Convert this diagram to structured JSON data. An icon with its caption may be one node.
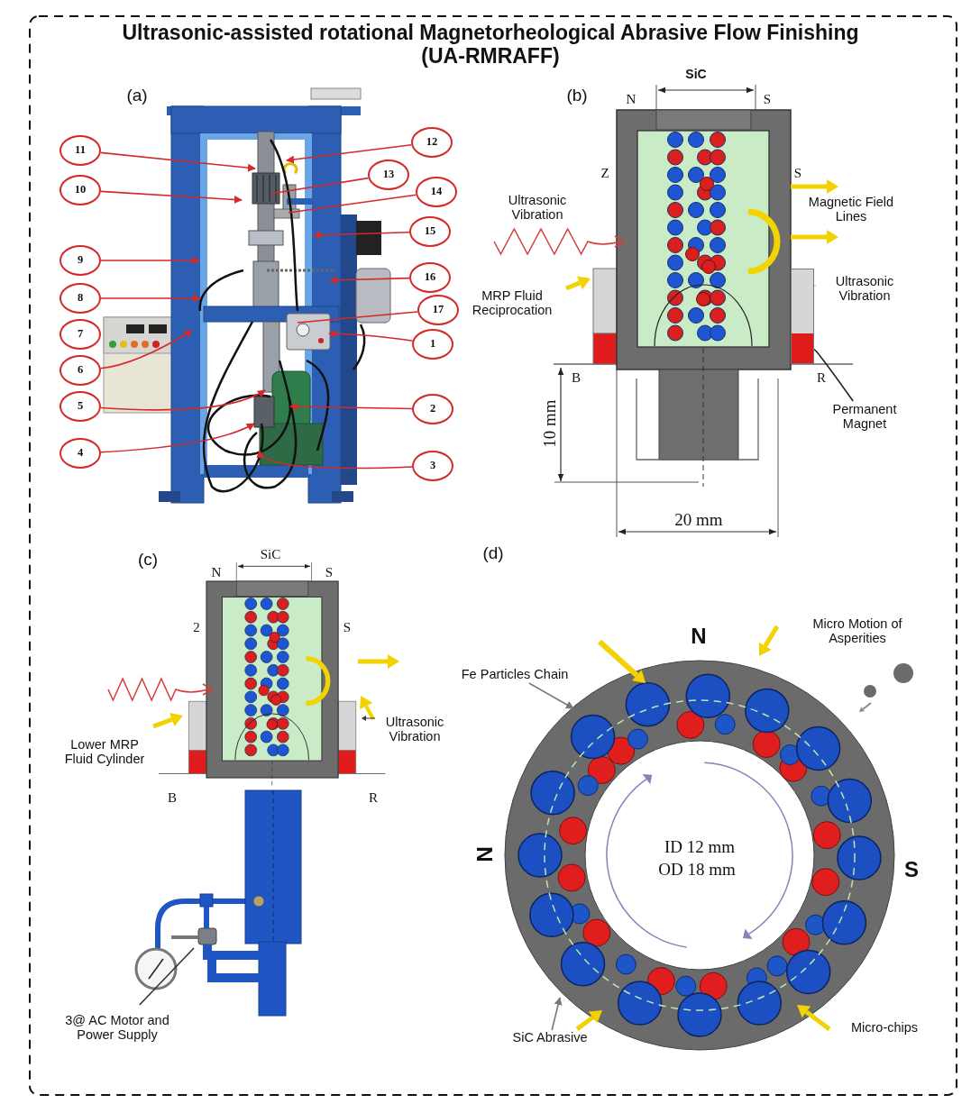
{
  "diagram": {
    "title": "Ultrasonic-assisted rotational Magnetorheological Abrasive Flow Finishing (UA-RMRAFF)",
    "nodes": [
      {
        "text": [
          "12"
        ]
      },
      {
        "text": [
          "11"
        ]
      },
      {
        "text": [
          "13"
        ]
      },
      {
        "text": [
          "10"
        ]
      },
      {
        "text": [
          "14"
        ]
      },
      {
        "text": [
          "15"
        ]
      },
      {
        "text": [
          "9"
        ]
      },
      {
        "text": [
          "16"
        ]
      },
      {
        "text": [
          "8"
        ]
      },
      {
        "text": [
          "17"
        ]
      },
      {
        "text": [
          "7"
        ]
      },
      {
        "text": [
          "1"
        ]
      },
      {
        "text": [
          "6"
        ]
      },
      {
        "text": [
          "5"
        ]
      },
      {
        "text": [
          "2"
        ]
      },
      {
        "text": [
          "4"
        ]
      },
      {
        "text": [
          "3"
        ]
      },
      {
        "text": [
          "Permanent Magnet"
        ]
      },
      {
        "text": [
          "3@ AC Motor and Power Supply"
        ]
      },
      {
        "text": [
          "Fe Particles Chain"
        ]
      },
      {
        "text": [
          "SiC Abrasive"
        ]
      },
      {
        "text": [],
        "shape": "box"
      }
    ],
    "edges": [
      {
        "from": 0,
        "to": null,
        "arrow": "to"
      },
      {
        "from": 1,
        "to": null,
        "arrow": "to"
      },
      {
        "from": 2,
        "to": null,
        "arrow": "none"
      },
      {
        "from": 3,
        "to": null,
        "arrow": "to"
      },
      {
        "from": 4,
        "to": null,
        "arrow": "none"
      },
      {
        "from": 5,
        "to": null,
        "arrow": "to"
      },
      {
        "from": 6,
        "to": null,
        "arrow": "to"
      },
      {
        "from": 7,
        "to": null,
        "arrow": "to"
      },
      {
        "from": 8,
        "to": null,
        "arrow": "to"
      },
      {
        "from": 9,
        "to": null,
        "arrow": "none"
      },
      {
        "from": 11,
        "to": null,
        "arrow": "to"
      },
      {
        "from": 12,
        "to": null,
        "arrow": "to"
      },
      {
        "from": 13,
        "to": null,
        "arrow": "to"
      },
      {
        "from": 14,
        "to": null,
        "arrow": "to"
      },
      {
        "from": 15,
        "to": null,
        "arrow": "to"
      },
      {
        "from": 16,
        "to": null,
        "arrow": "to"
      },
      {
        "from": 17,
        "to": 21,
        "arrow": "none",
        "color": "#222222"
      },
      {
        "from": 18,
        "to": null,
        "arrow": "none",
        "color": "#333333"
      },
      {
        "from": 19,
        "to": null,
        "arrow": "to",
        "color": "#777777"
      },
      {
        "from": 20,
        "to": null,
        "arrow": "to",
        "color": "#777777"
      }
    ],
    "labels": [
      "(a)",
      "SiC",
      "(b)",
      "N",
      "S",
      "Z",
      "S",
      "Ultrasonic Vibration",
      "Magnetic Field Lines",
      "MRP Fluid Reciprocation",
      "Ultrasonic Vibration",
      "B",
      "R",
      "10 mm",
      "20 mm",
      "(c)",
      "SiC",
      "N",
      "S",
      "2",
      "S",
      "Lower MRP Fluid Cylinder",
      "Ultrasonic Vibration",
      "B",
      "R",
      "(d)",
      "N",
      "Micro Motion of Asperities",
      "N",
      "S",
      "ID 12 mm",
      "OD 18 mm",
      "Micro-chips"
    ]
  }
}
